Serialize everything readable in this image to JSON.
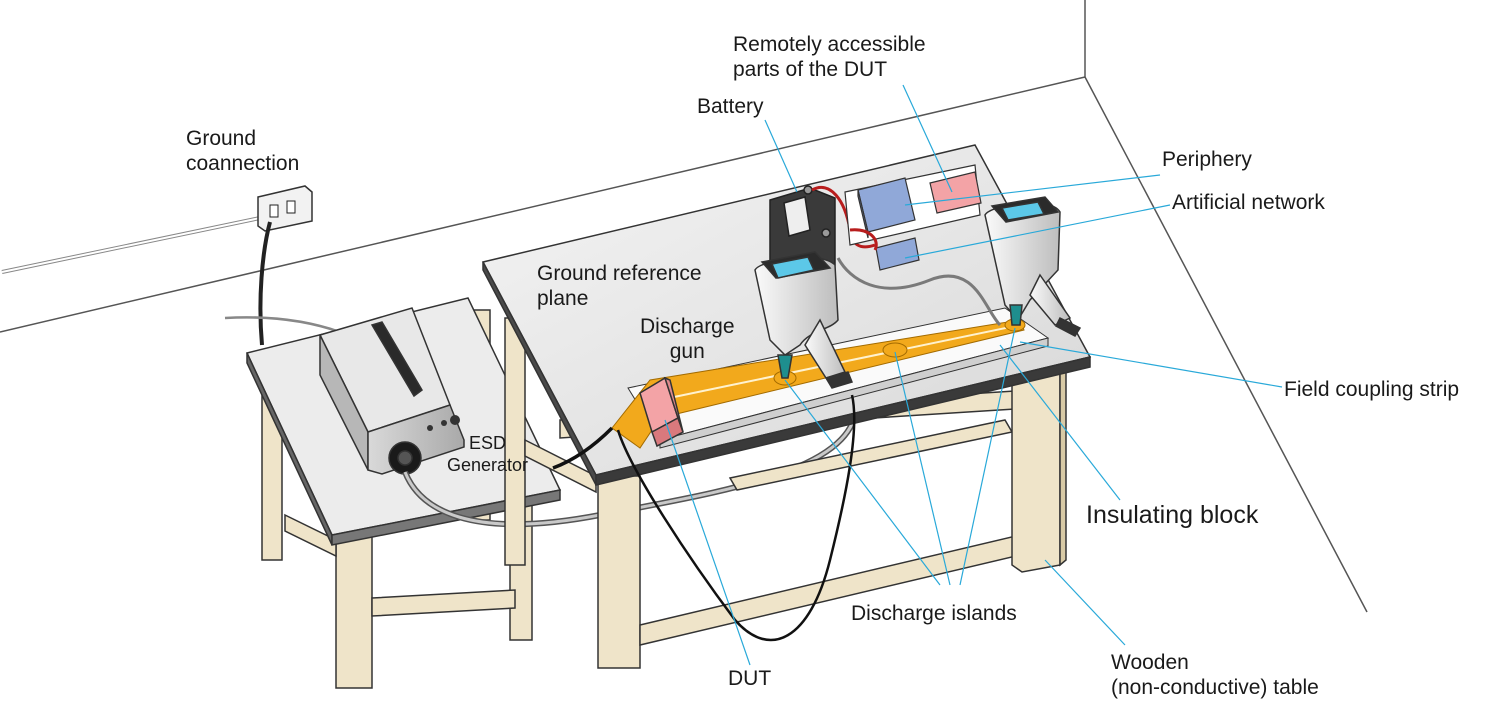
{
  "labels": {
    "remote_parts": [
      "Remotely accessible",
      "parts of the DUT"
    ],
    "battery": "Battery",
    "ground_connection": [
      "Ground",
      "coannection"
    ],
    "periphery": "Periphery",
    "artificial_network": "Artificial network",
    "ground_reference_plane": [
      "Ground reference",
      "plane"
    ],
    "discharge_gun": [
      "Discharge",
      "gun"
    ],
    "field_coupling_strip": "Field coupling strip",
    "esd_generator": [
      "ESD",
      "Generator"
    ],
    "insulating_block": "Insulating block",
    "discharge_islands": "Discharge islands",
    "dut": "DUT",
    "wooden_table": [
      "Wooden",
      "(non-conductive) table"
    ]
  },
  "colors": {
    "leader_line": "#29a9d9",
    "coupling_strip": "#f2a91c",
    "table_wood": "#efe4c9",
    "ground_plane": "#e6e6e6",
    "dut_box": "#f3a3a6",
    "periphery_box": "#90a8d8"
  }
}
